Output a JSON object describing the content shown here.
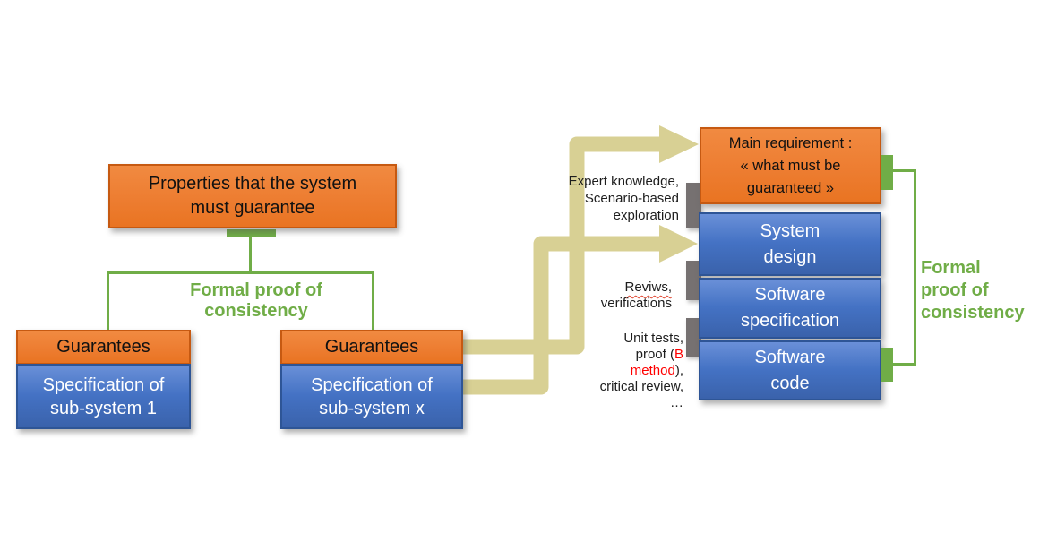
{
  "colors": {
    "orange": "#ED7D31",
    "orange_border": "#C65911",
    "blue": "#4472C4",
    "blue_border": "#2E5596",
    "green": "#70AD47",
    "arrow_khaki": "#D8D094",
    "gray_connector": "#767171",
    "red": "#FF0000",
    "text_black": "#1D1D1D",
    "text_white": "#FFFFFF"
  },
  "left_section": {
    "properties_box": "Properties that the system\nmust guarantee",
    "formal_proof_label": "Formal proof of\nconsistency",
    "subsystem_1": {
      "header": "Guarantees",
      "body": "Specification of\nsub-system 1"
    },
    "subsystem_x": {
      "header": "Guarantees",
      "body": "Specification of\nsub-system x"
    }
  },
  "right_section": {
    "main_requirement_box": "Main requirement :\n« what must be\nguaranteed »",
    "system_design_box": "System\ndesign",
    "software_specification_box": "Software\nspecification",
    "software_code_box": "Software\ncode",
    "formal_proof_label": "Formal\nproof of\nconsistency"
  },
  "annotations": {
    "expert_knowledge": "Expert knowledge,\nScenario-based\nexploration",
    "reviews_word": "Reviws,",
    "reviews_rest": "\nverifications",
    "unit_tests_pre": "Unit tests,\nproof (",
    "unit_tests_red": "B\nmethod",
    "unit_tests_post": "),\ncritical review,\n…"
  }
}
